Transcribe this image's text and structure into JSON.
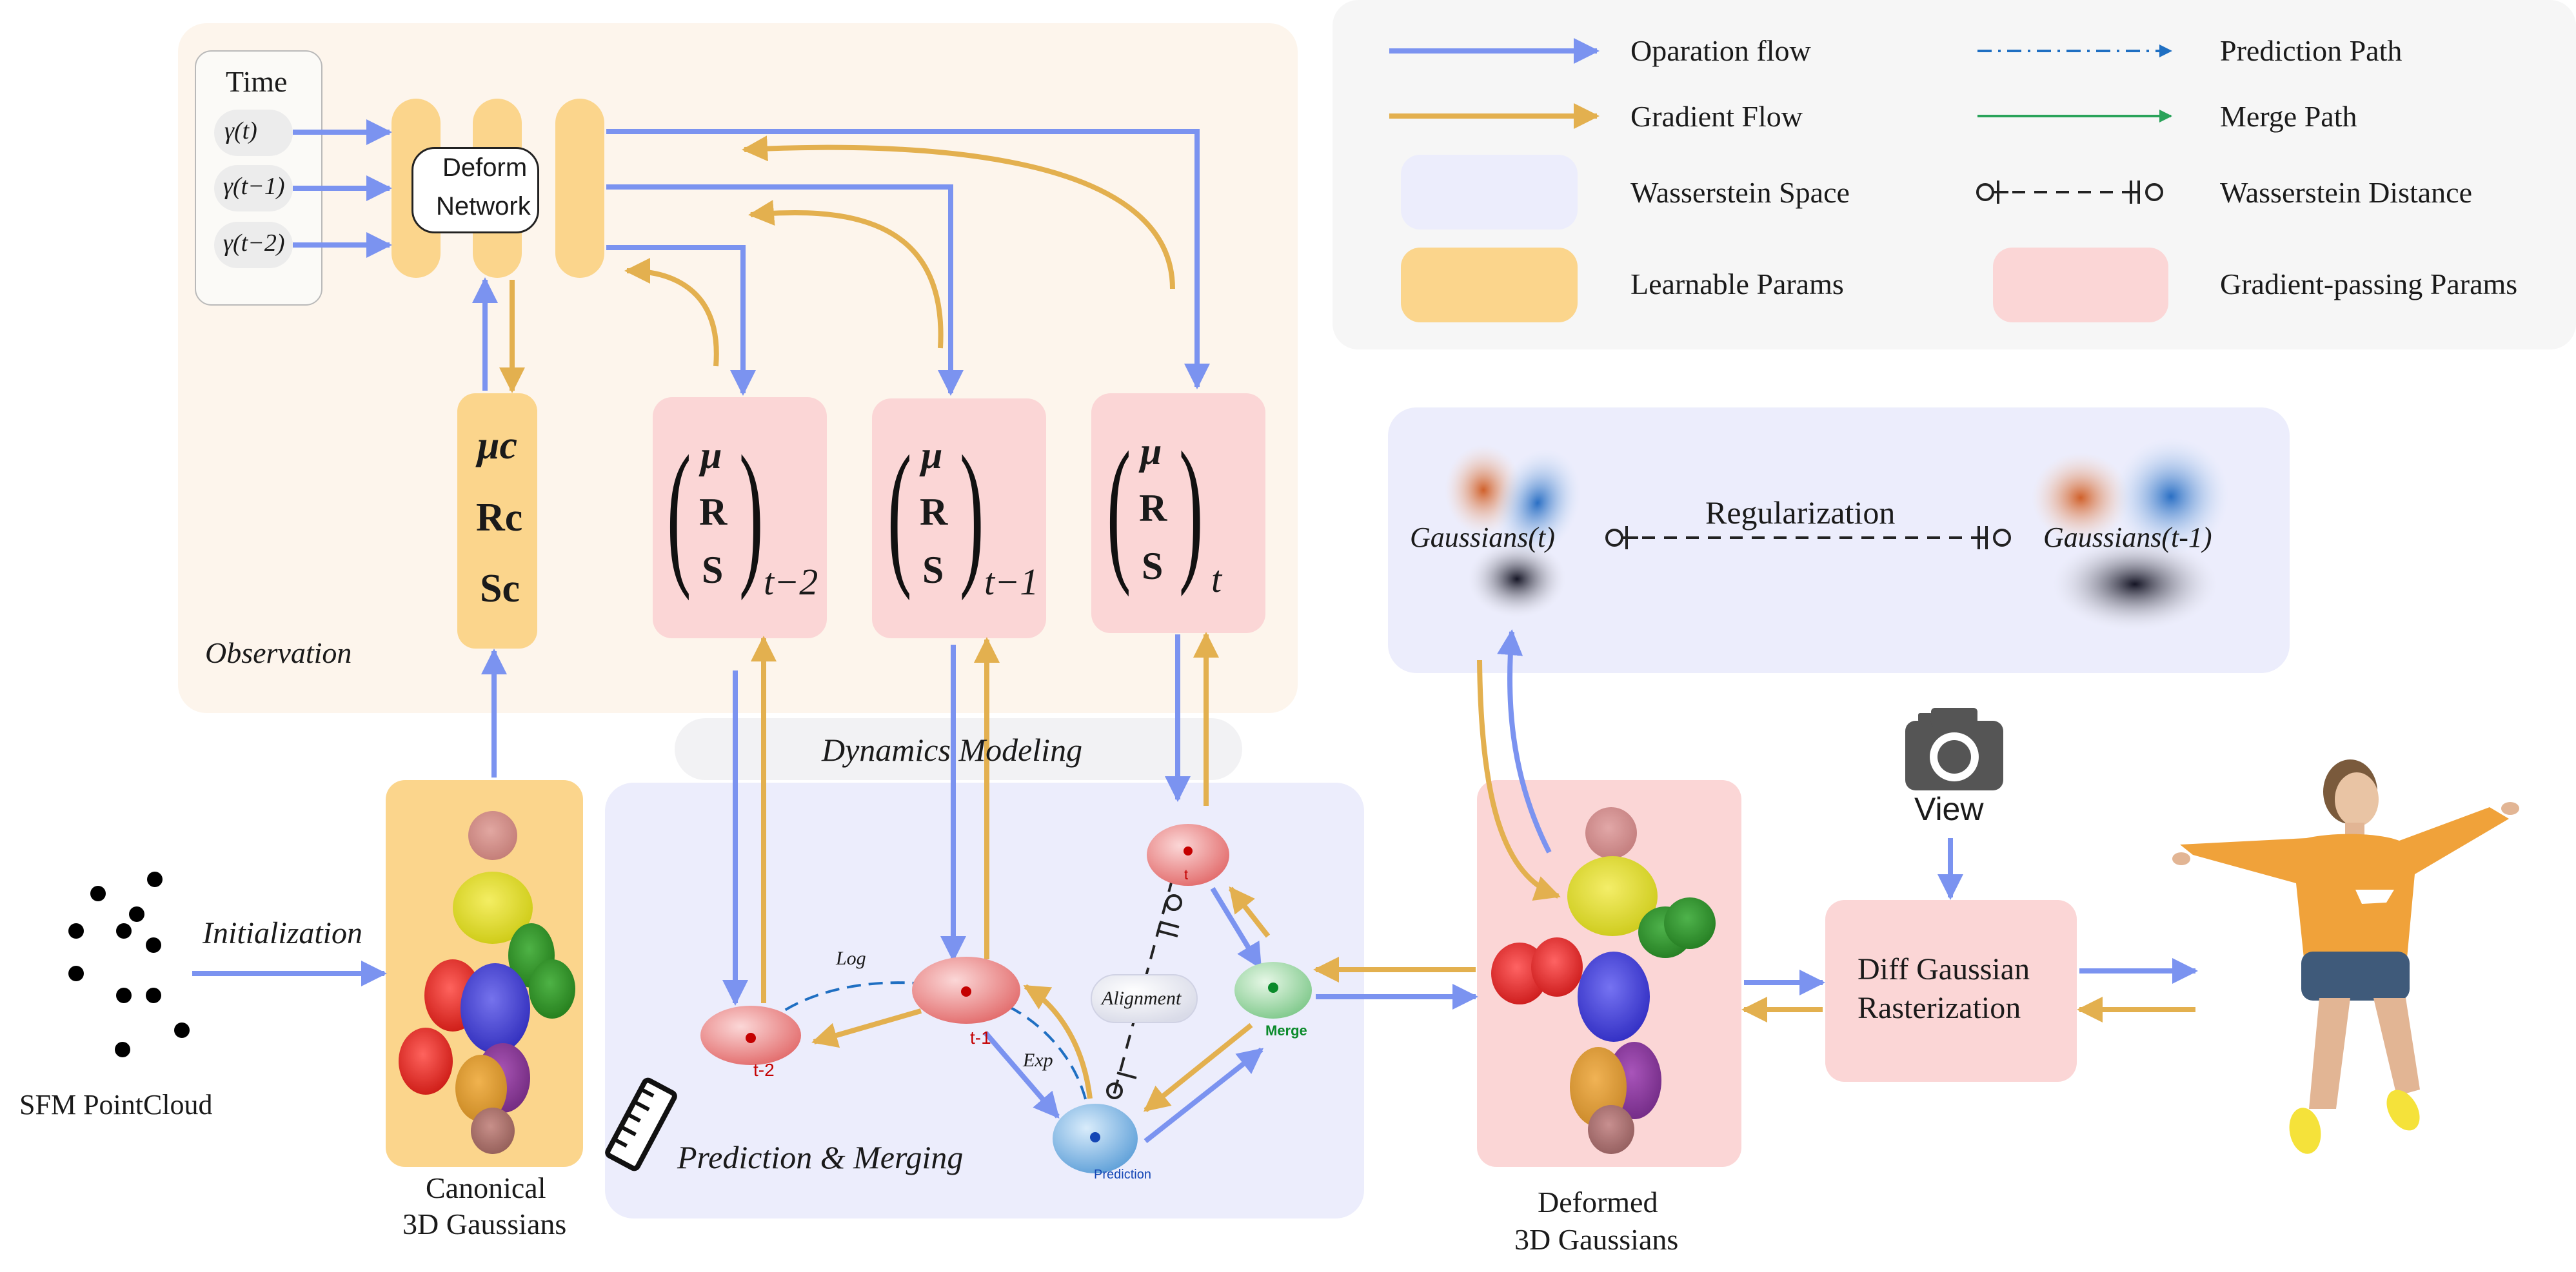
{
  "legend": {
    "operation_flow": "Oparation flow",
    "gradient_flow": "Gradient Flow",
    "wasserstein_space": "Wasserstein Space",
    "learnable_params": "Learnable Params",
    "prediction_path": "Prediction Path",
    "merge_path": "Merge Path",
    "wasserstein_distance": "Wasserstein Distance",
    "gradient_passing_params": "Gradient-passing Params"
  },
  "observation": {
    "label": "Observation",
    "time_title": "Time",
    "time_inputs": [
      "γ(t)",
      "γ(t−1)",
      "γ(t−2)"
    ],
    "deform_network": [
      "Deform",
      "Network"
    ],
    "canonical_params": [
      "μc",
      "Rc",
      "Sc"
    ],
    "param_t2": {
      "rows": [
        "μ",
        "R",
        "S"
      ],
      "sub": "t−2"
    },
    "param_t1": {
      "rows": [
        "μ",
        "R",
        "S"
      ],
      "sub": "t−1"
    },
    "param_t": {
      "rows": [
        "μ",
        "R",
        "S"
      ],
      "sub": "t"
    }
  },
  "dynamics": {
    "title": "Dynamics Modeling",
    "pred_merge_label": "Prediction & Merging",
    "log": "Log",
    "exp": "Exp",
    "alignment": "Alignment",
    "node_t2": "t-2",
    "node_t1": "t-1",
    "node_t": "t",
    "node_prediction": "Prediction",
    "node_merge": "Merge"
  },
  "regularization": {
    "title": "Regularization",
    "left": "Gaussians(t)",
    "right": "Gaussians(t-1)"
  },
  "pipeline": {
    "sfm": "SFM PointCloud",
    "initialization": "Initialization",
    "canonical_caption": [
      "Canonical",
      "3D Gaussians"
    ],
    "deformed_caption": [
      "Deformed",
      "3D Gaussians"
    ],
    "view": "View",
    "rasterizer": [
      "Diff Gaussian",
      "Rasterization"
    ]
  },
  "colors": {
    "operation_flow": "#7b93f0",
    "gradient_flow": "#e3b04f",
    "prediction_path": "#1f6fc2",
    "merge_path": "#2aa35a",
    "wasserstein_space": "#ecedfc",
    "learnable_params": "#fbd58c",
    "gradient_passing_params": "#fbd6d6",
    "observation_bg": "#fdf5ec",
    "legend_bg": "#f6f6f6"
  }
}
